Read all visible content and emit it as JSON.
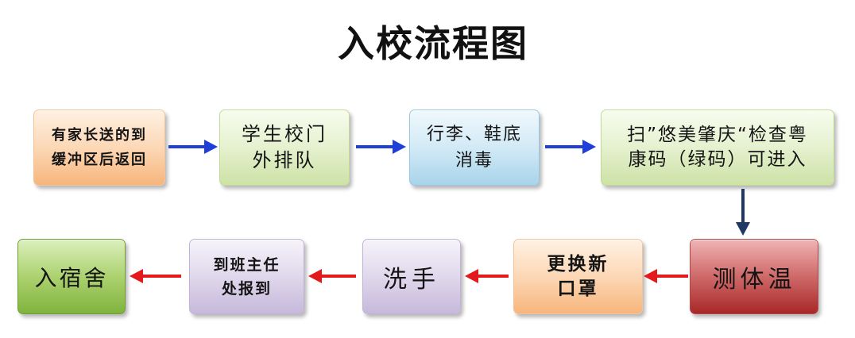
{
  "title": "入校流程图",
  "colors": {
    "arrow_blue": "#1f3fd8",
    "arrow_navy": "#1f3864",
    "arrow_red": "#e3191b"
  },
  "steps": [
    {
      "lines": [
        "有家长送的到",
        "缓冲区后返回"
      ]
    },
    {
      "lines": [
        "学生校门",
        "外排队"
      ]
    },
    {
      "lines": [
        "行李、鞋底",
        "消毒"
      ]
    },
    {
      "lines": [
        "扫”悠美肇庆“检查粤",
        "康码（绿码）可进入"
      ]
    },
    {
      "lines": [
        "测体温"
      ]
    },
    {
      "lines": [
        "更换新",
        "口罩"
      ]
    },
    {
      "lines": [
        "洗手"
      ]
    },
    {
      "lines": [
        "到班主任",
        "处报到"
      ]
    },
    {
      "lines": [
        "入宿舍"
      ]
    }
  ]
}
